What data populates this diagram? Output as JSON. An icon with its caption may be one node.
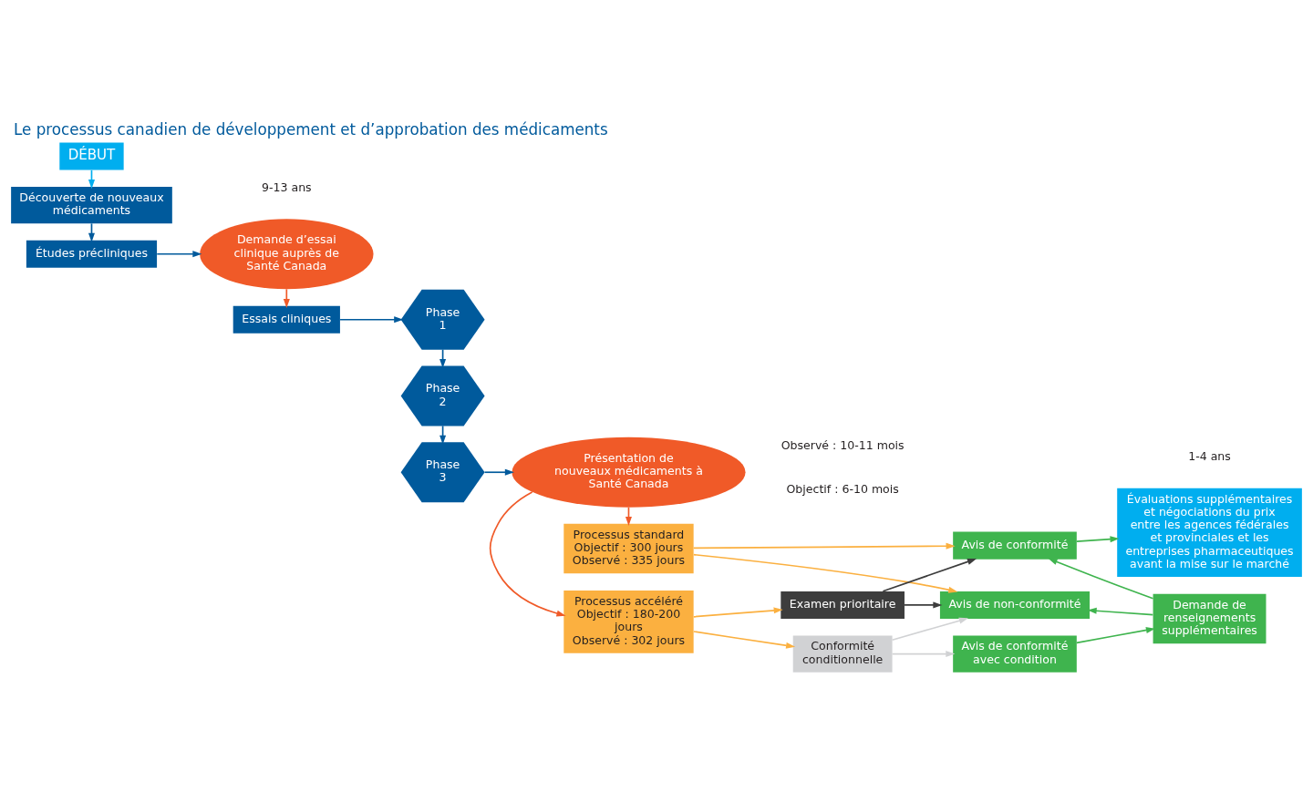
{
  "diagram": {
    "title": "Le processus canadien de développement et d’approbation des médicaments",
    "nodes": [
      {
        "text": [
          "DÉBUT"
        ]
      },
      {
        "text": [
          "Découverte de nouveaux médicaments"
        ]
      },
      {
        "text": [
          "Études précliniques"
        ]
      },
      {
        "text": [
          "Demande d’essai clinique auprès de Santé Canada"
        ]
      },
      {
        "text": [
          "Essais cliniques"
        ]
      },
      {
        "text": [
          "Phase",
          "1"
        ]
      },
      {
        "text": [
          "Phase",
          "2"
        ]
      },
      {
        "text": [
          "Phase",
          "3"
        ]
      },
      {
        "text": [
          "Présentation de nouveaux médicaments à Santé Canada"
        ]
      },
      {
        "text": [
          "Processus standard",
          "Objectif : 300 jours",
          "Observé : 335 jours"
        ]
      },
      {
        "text": [
          "Processus accéléré",
          "Objectif : 180-200 jours",
          "Observé : 302 jours"
        ]
      },
      {
        "text": [
          "Examen prioritaire"
        ]
      },
      {
        "text": [
          "Conformité conditionnelle"
        ]
      },
      {
        "text": [
          "Avis de conformité"
        ]
      },
      {
        "text": [
          "Avis de non-conformité"
        ]
      },
      {
        "text": [
          "Avis de conformité avec condition"
        ]
      },
      {
        "text": [
          "Demande de renseignements supplémentaires"
        ]
      },
      {
        "text": [
          "Évaluations supplémentaires et négociations du prix entre les agences fédérales et provinciales et les entreprises pharmaceutiques avant la mise sur le marché"
        ]
      }
    ],
    "edges": [
      {
        "from": 0,
        "to": 1,
        "arrow": "to",
        "color": "#00aeef"
      },
      {
        "from": 1,
        "to": 2,
        "arrow": "to"
      },
      {
        "from": 2,
        "to": 3,
        "arrow": "to"
      },
      {
        "from": 3,
        "to": 4,
        "arrow": "to",
        "color": "#f05a28"
      },
      {
        "from": 4,
        "to": 5,
        "arrow": "to"
      },
      {
        "from": 5,
        "to": 6,
        "arrow": "to"
      },
      {
        "from": 6,
        "to": 7,
        "arrow": "to"
      },
      {
        "from": 7,
        "to": 8,
        "arrow": "to"
      },
      {
        "from": 8,
        "to": 9,
        "arrow": "to",
        "color": "#f05a28"
      },
      {
        "from": 8,
        "to": 10,
        "arrow": "to",
        "color": "#f05a28"
      },
      {
        "from": 9,
        "to": 13,
        "arrow": "to",
        "color": "#fbb040"
      },
      {
        "from": 9,
        "to": 14,
        "arrow": "to",
        "color": "#fbb040"
      },
      {
        "from": 10,
        "to": 11,
        "arrow": "to",
        "color": "#fbb040"
      },
      {
        "from": 10,
        "to": 12,
        "arrow": "to",
        "color": "#fbb040"
      },
      {
        "from": 11,
        "to": 13,
        "arrow": "to",
        "color": "#3d3d3d"
      },
      {
        "from": 11,
        "to": 14,
        "arrow": "to",
        "color": "#3d3d3d"
      },
      {
        "from": 12,
        "to": 14,
        "arrow": "to",
        "color": "#d1d2d4"
      },
      {
        "from": 12,
        "to": 15,
        "arrow": "to",
        "color": "#d1d2d4"
      },
      {
        "from": 15,
        "to": 16,
        "arrow": "to",
        "color": "#3fb44e"
      },
      {
        "from": 16,
        "to": 13,
        "arrow": "to",
        "color": "#3fb44e"
      },
      {
        "from": 16,
        "to": 14,
        "arrow": "to",
        "color": "#3fb44e"
      },
      {
        "from": 13,
        "to": 17,
        "arrow": "to",
        "color": "#3fb44e"
      }
    ],
    "labels": [
      "9-13 ans",
      "Objectif : 6-10 mois",
      "Observé : 10-11 mois",
      "1-4 ans"
    ]
  }
}
